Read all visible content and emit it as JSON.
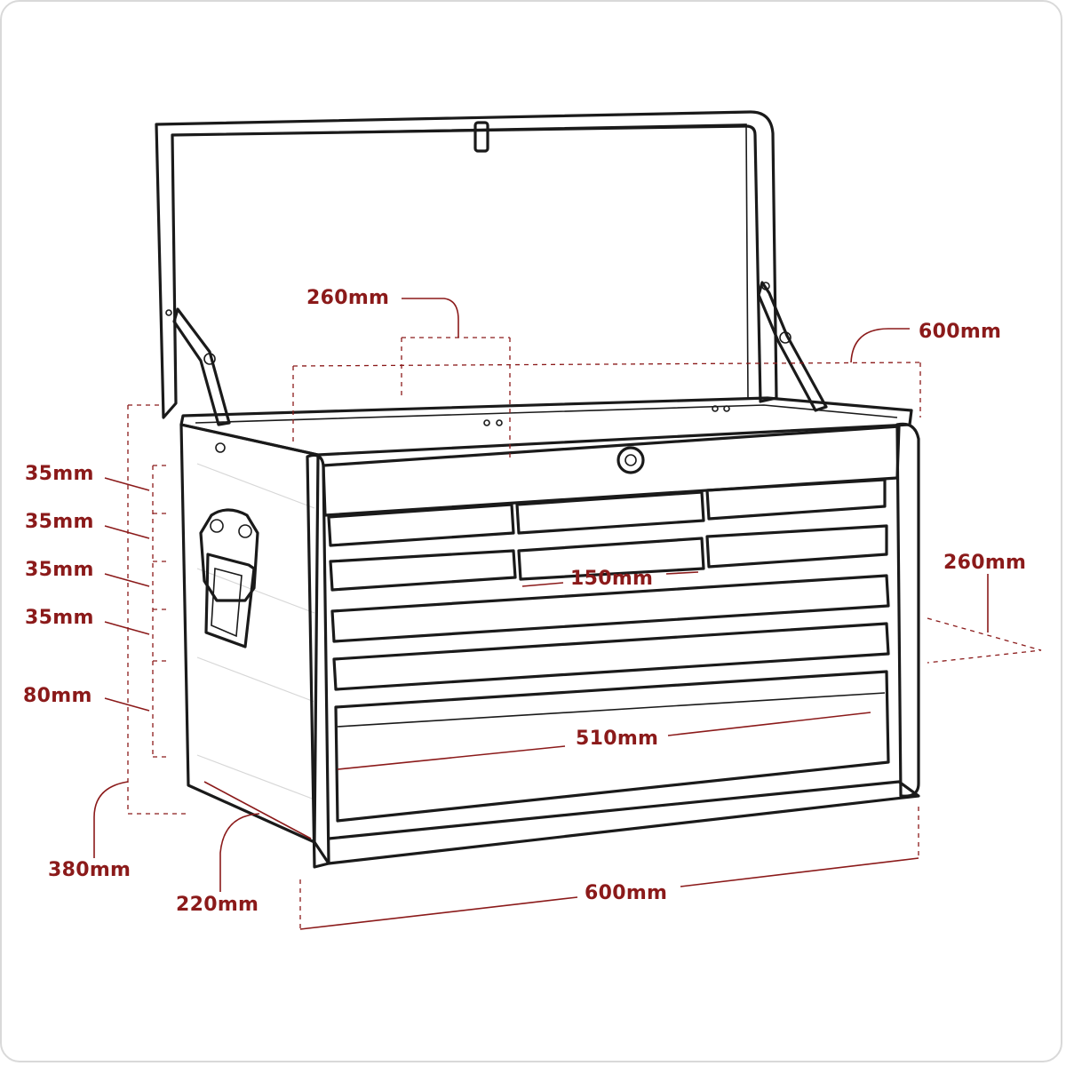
{
  "colors": {
    "dimension": "#8b1a1a",
    "outline": "#1a1a1a",
    "background": "#ffffff"
  },
  "dimensions": {
    "lid_depth": "260mm",
    "top_width": "600mm",
    "drawer_1": "35mm",
    "drawer_2": "35mm",
    "drawer_3": "35mm",
    "drawer_4": "35mm",
    "drawer_5": "80mm",
    "overall_height": "380mm",
    "side_depth": "220mm",
    "bottom_width": "600mm",
    "small_drawer_width": "150mm",
    "large_drawer_width": "510mm",
    "right_depth": "260mm"
  }
}
